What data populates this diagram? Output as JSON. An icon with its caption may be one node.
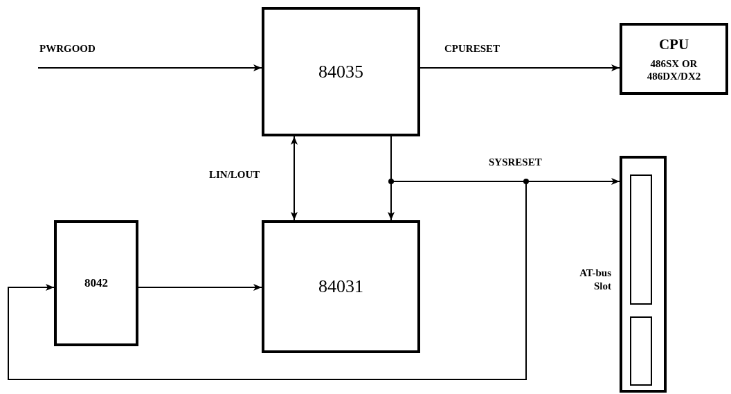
{
  "diagram": {
    "nodes": [
      {
        "text": [
          "84035"
        ]
      },
      {
        "text": [
          "CPU",
          "486SX OR 486DX/DX2"
        ]
      },
      {
        "text": [
          "84031"
        ]
      },
      {
        "text": [
          "8042"
        ]
      },
      {
        "text": [],
        "shape": "box",
        "beside": [
          "AT-bus Slot"
        ]
      }
    ],
    "edges": [
      {
        "from": null,
        "to": 0,
        "arrow": "to",
        "label": "PWRGOOD"
      },
      {
        "from": 0,
        "to": 1,
        "arrow": "to",
        "label": "CPURESET"
      },
      {
        "from": 0,
        "to": 2,
        "arrow": "both",
        "label": "LIN/LOUT"
      },
      {
        "from": 0,
        "to": 2,
        "arrow": "to"
      },
      {
        "from": 0,
        "to": 4,
        "arrow": "to",
        "label": "SYSRESET"
      },
      {
        "from": 0,
        "to": 3,
        "arrow": "to"
      },
      {
        "from": 3,
        "to": 2,
        "arrow": "to"
      }
    ]
  }
}
